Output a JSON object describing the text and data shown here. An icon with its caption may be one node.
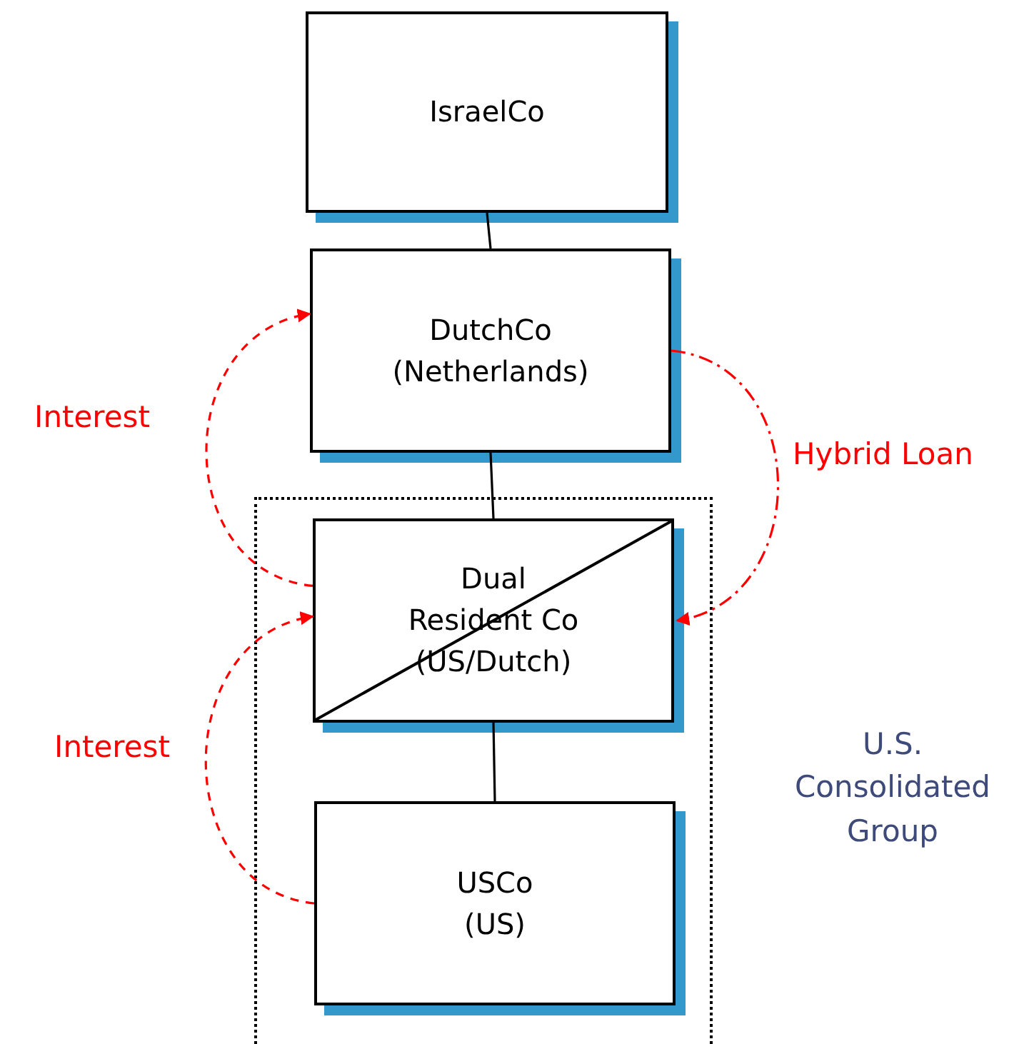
{
  "diagram": {
    "nodes": [
      {
        "text": [
          "IsraelCo"
        ]
      },
      {
        "text": [
          "DutchCo (Netherlands)"
        ]
      },
      {
        "text": [
          "U.S. Consolidated Group"
        ]
      },
      {
        "text": [
          "Dual Resident Co (US/Dutch)"
        ],
        "in": 2
      },
      {
        "text": [
          "USCo (US)"
        ],
        "in": 2
      }
    ],
    "edges": [
      {
        "from": 0,
        "to": 1,
        "arrow": "none"
      },
      {
        "from": 1,
        "to": 3,
        "arrow": "none"
      },
      {
        "from": 3,
        "to": 4,
        "arrow": "none"
      },
      {
        "from": 3,
        "to": 1,
        "arrow": "to",
        "label": "Interest",
        "style": "dashed",
        "color": "#ff0000"
      },
      {
        "from": 1,
        "to": 3,
        "arrow": "to",
        "label": "Hybrid Loan",
        "style": "dashed",
        "color": "#ff0000"
      },
      {
        "from": 4,
        "to": 3,
        "arrow": "to",
        "label": "Interest",
        "style": "dashed",
        "color": "#ff0000"
      }
    ]
  }
}
